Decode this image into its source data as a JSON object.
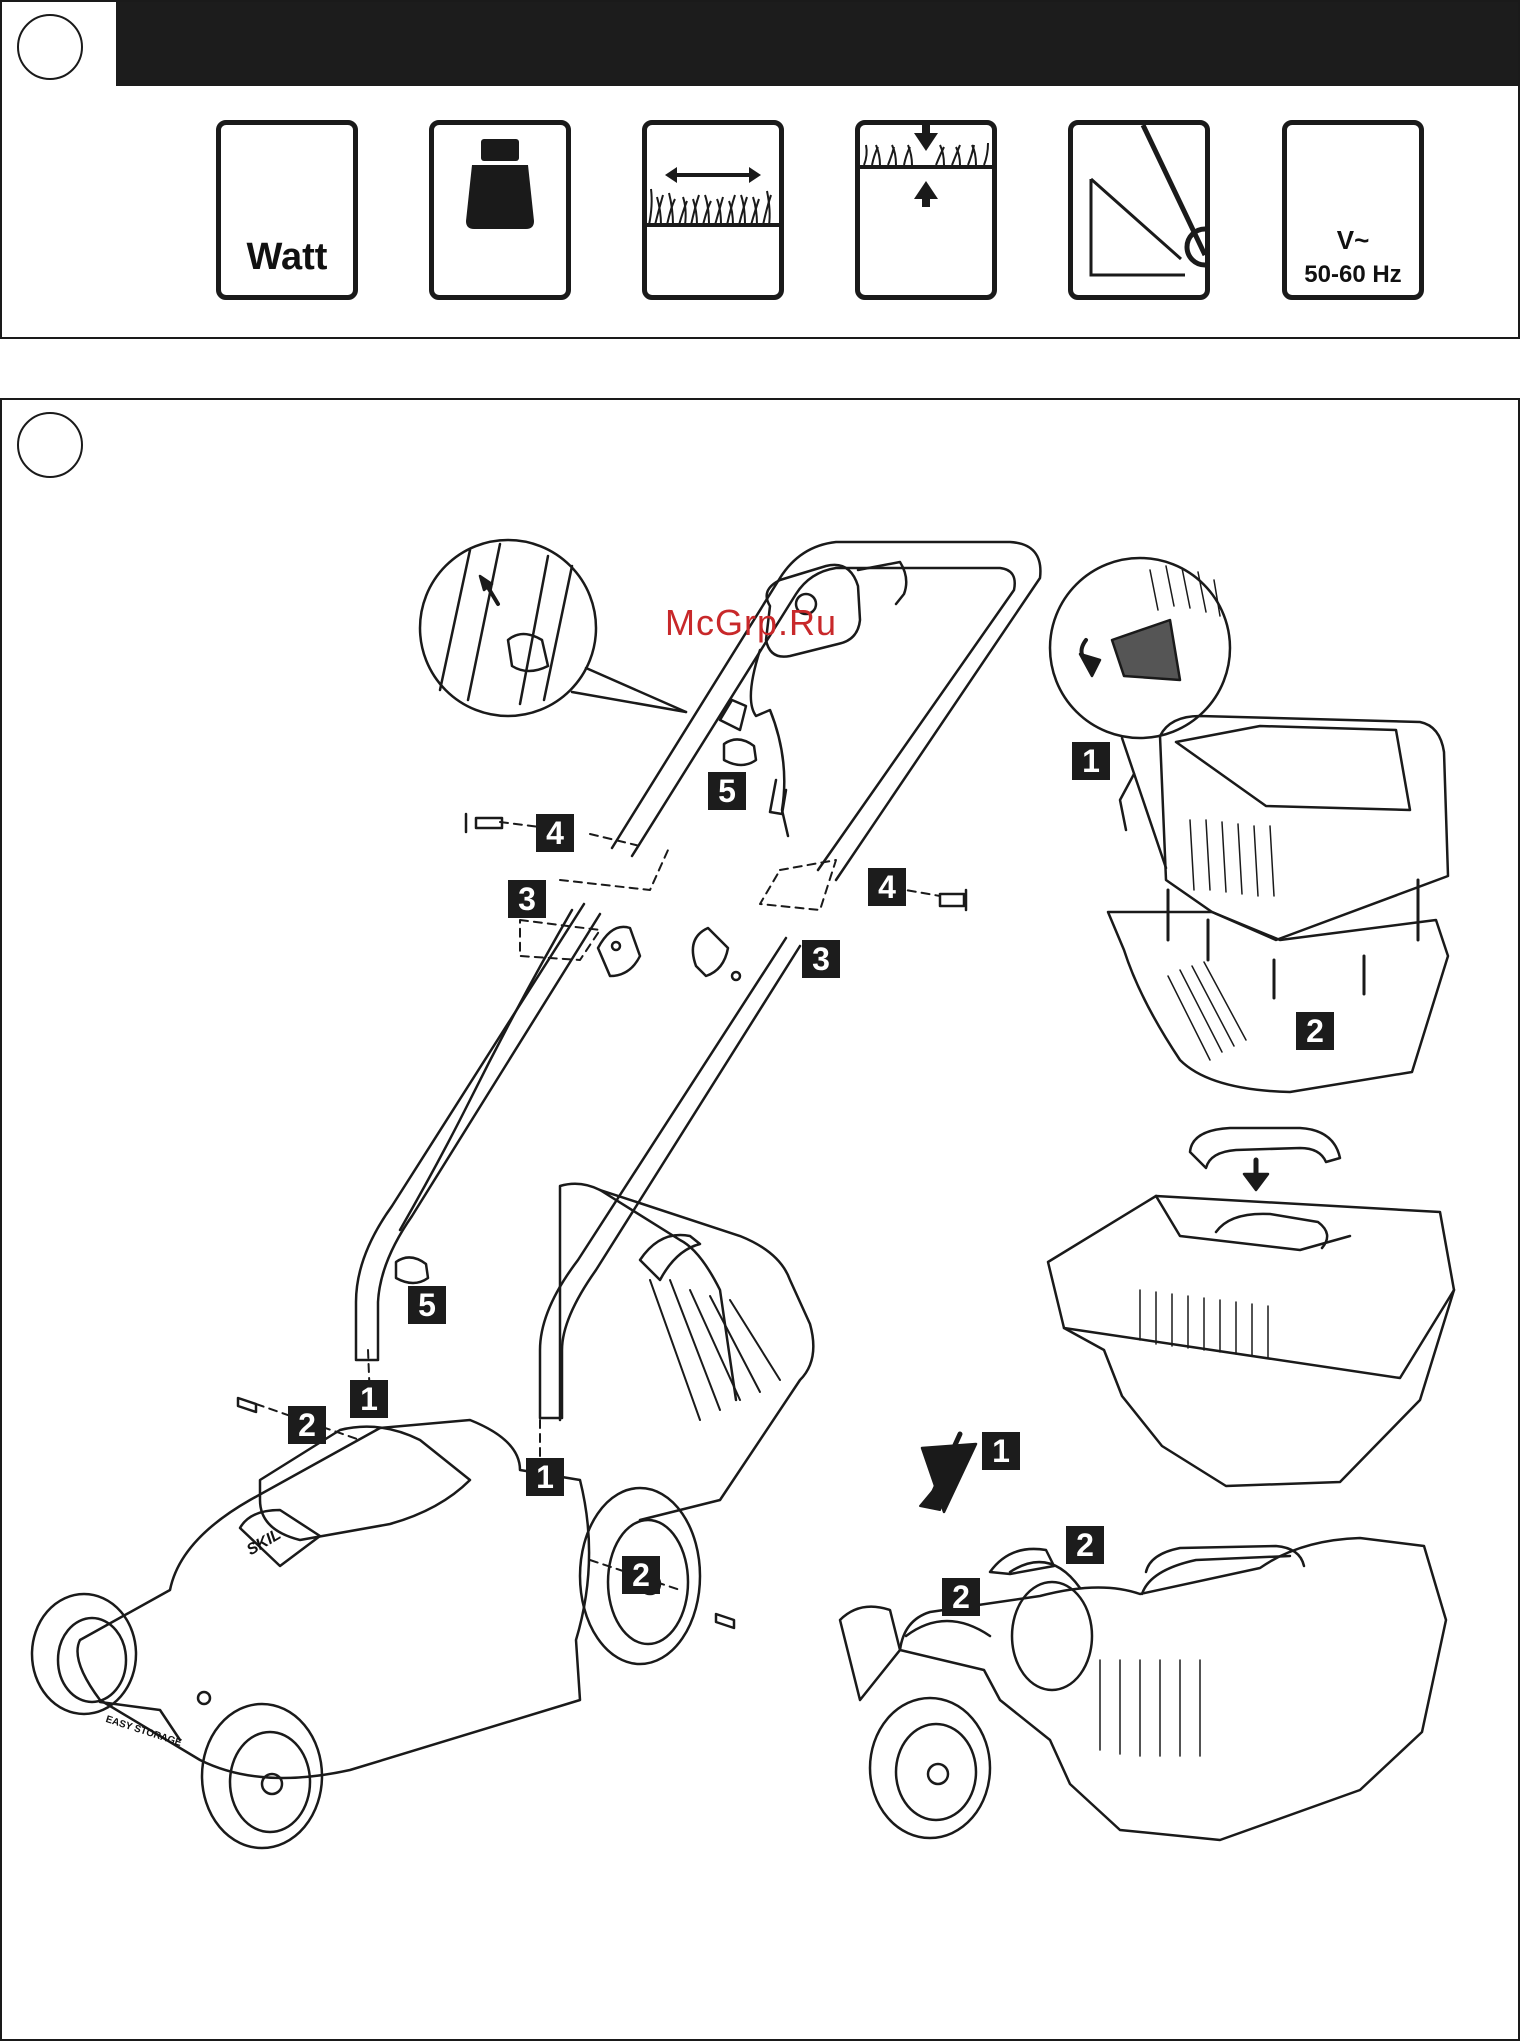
{
  "spec_panel": {
    "icons": [
      {
        "name": "power-watt-icon",
        "label": "Watt"
      },
      {
        "name": "weight-icon"
      },
      {
        "name": "cutting-width-icon"
      },
      {
        "name": "cutting-height-icon"
      },
      {
        "name": "slope-icon"
      },
      {
        "name": "voltage-frequency-icon",
        "line1": "V~",
        "line2": "50-60 Hz"
      }
    ]
  },
  "assembly_panel": {
    "callouts": {
      "handle_lower_left": "1",
      "handle_lower_right": "1",
      "screw_left": "2",
      "screw_right": "2",
      "knob_left": "3",
      "knob_right": "3",
      "bolt_left": "4",
      "bolt_right": "4",
      "cable_clip_upper": "5",
      "cable_clip_lower": "5",
      "bag_step1": "1",
      "bag_step2": "2",
      "removal_step1": "1",
      "removal_step2_a": "2",
      "removal_step2_b": "2"
    },
    "brand_logo": "SKIL",
    "easy_storage": "EASY STORAGE",
    "watermark": "McGrp.Ru"
  },
  "colors": {
    "ink": "#1a1a1a",
    "watermark": "#c8282a",
    "paper": "#ffffff"
  }
}
